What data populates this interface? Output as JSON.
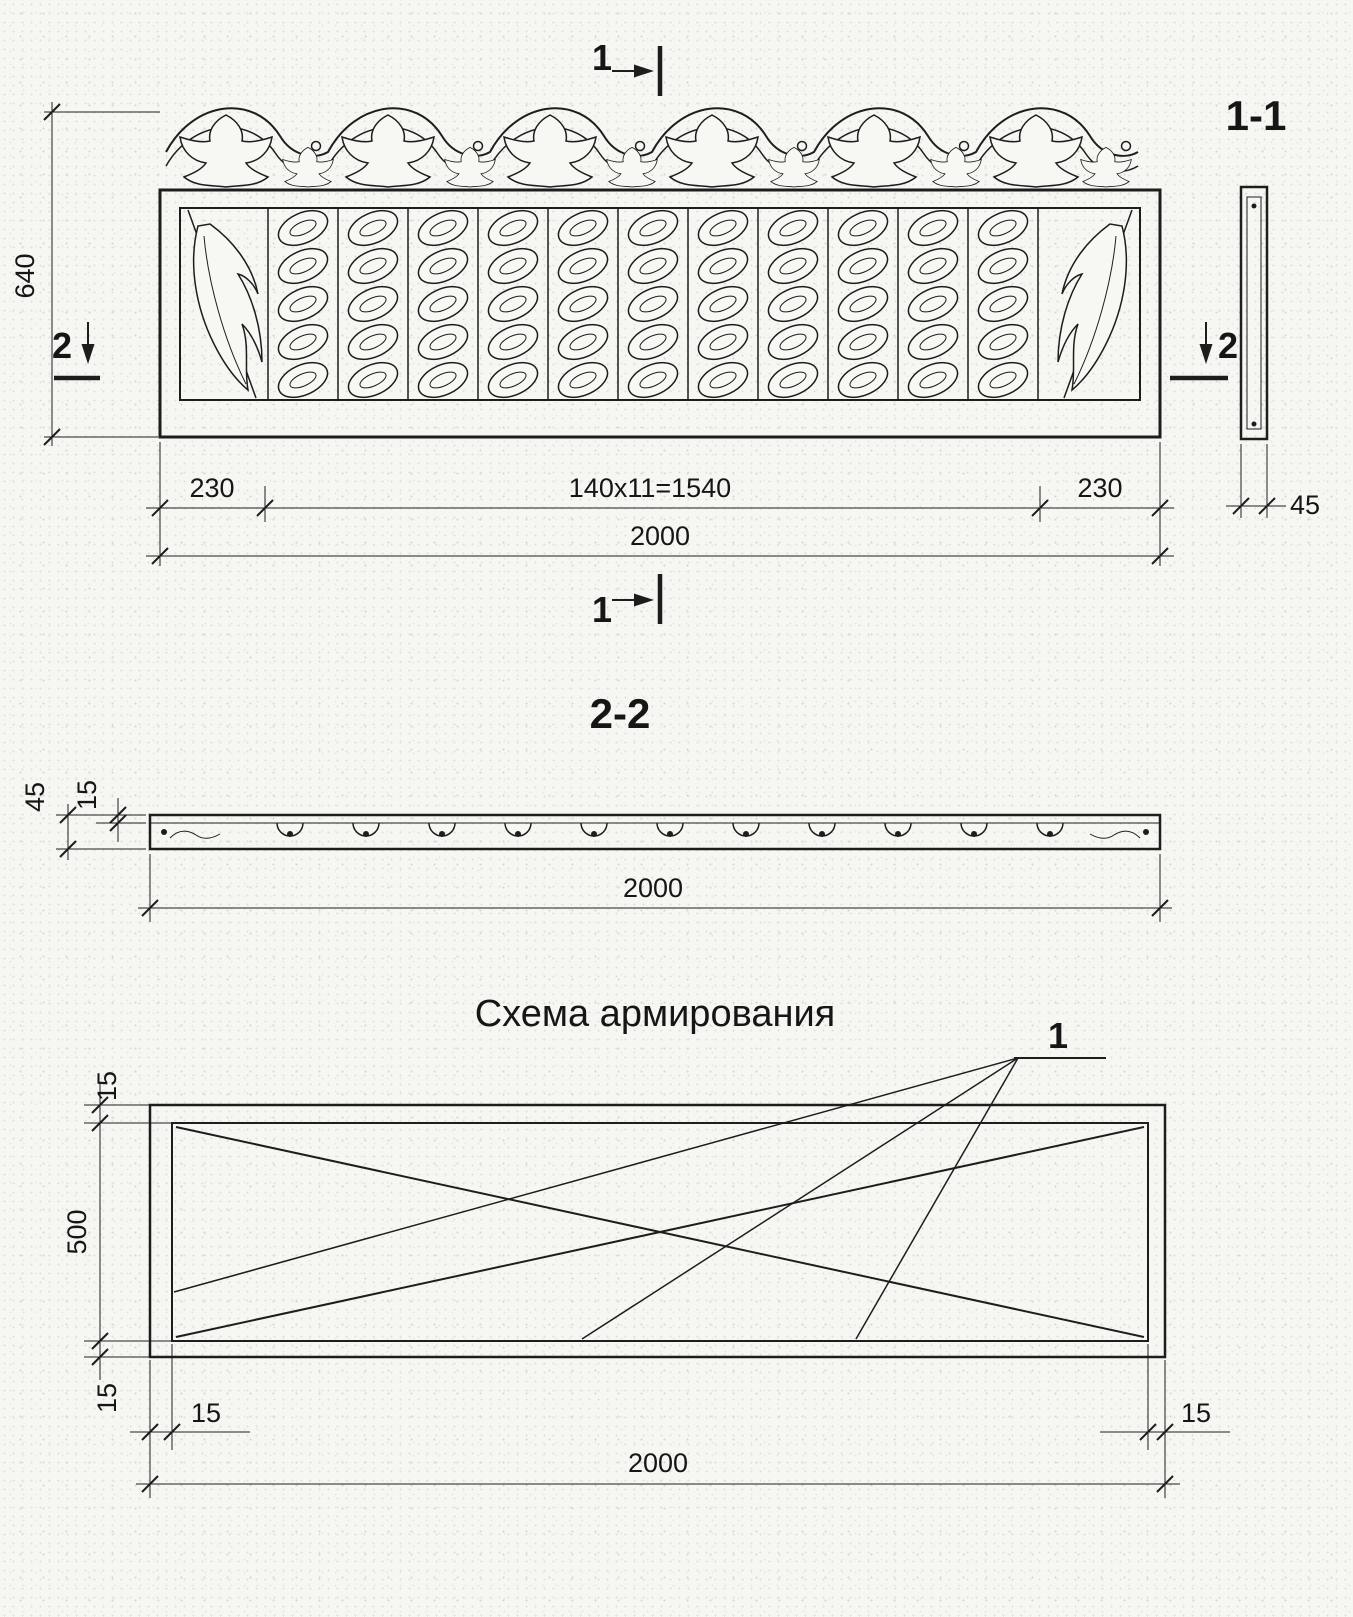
{
  "elevation": {
    "mark_top": "1",
    "mark_bottom": "1",
    "mark_left": "2",
    "mark_right": "2",
    "dim_height": "640",
    "dim_left_end": "230",
    "dim_modules": "140x11=1540",
    "dim_right_end": "230",
    "dim_total": "2000"
  },
  "section11": {
    "label": "1-1",
    "dim_thickness": "45"
  },
  "section22": {
    "label": "2-2",
    "dim_thickness": "45",
    "dim_layer": "15",
    "dim_total": "2000"
  },
  "reinforcement": {
    "title": "Схема армирования",
    "leader": "1",
    "dim_cover_top": "15",
    "dim_height": "500",
    "dim_cover_bottom": "15",
    "dim_cover_left": "15",
    "dim_cover_right": "15",
    "dim_total": "2000"
  }
}
